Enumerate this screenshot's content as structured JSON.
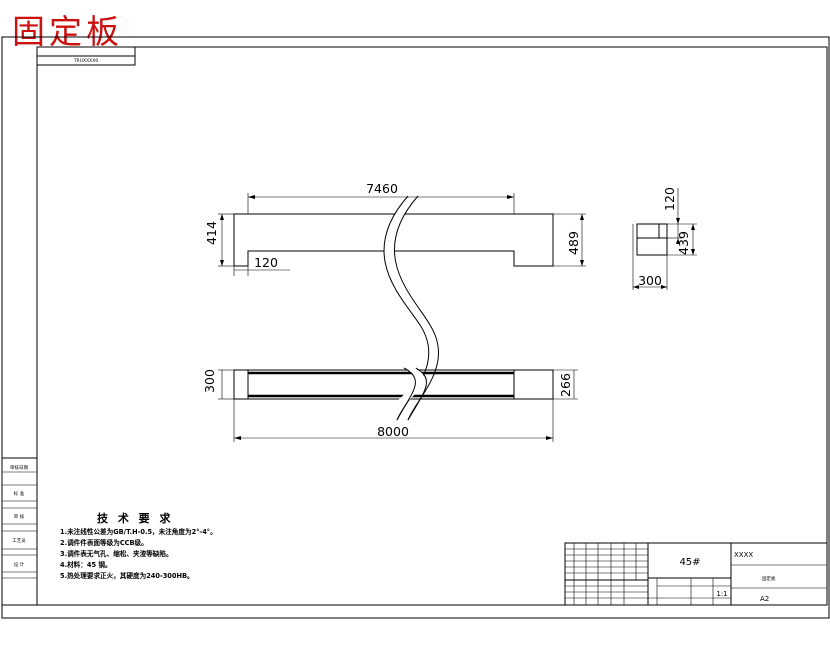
{
  "title": "固定板",
  "drawing": {
    "code_box": "TRUXXXX0",
    "front_view": {
      "total_length": "7460",
      "height": "414",
      "right_height": "489",
      "step_width": "120"
    },
    "side_view": {
      "top": "120",
      "height": "439",
      "width": "300"
    },
    "bottom_view": {
      "length": "8000",
      "height": "300",
      "inner_height": "266"
    }
  },
  "tech_requirements": {
    "heading": "技 术 要 求",
    "items": [
      "1.未注线性公差为GB/T.H-0.5，未注角度为2°-4°。",
      "2.调件件表面等级为CCB级。",
      "3.调件表无气孔、缩松、夹渣等缺陷。",
      "4.材料：45 钢。",
      "5.热处理要求正火，其硬度为240-300HB。"
    ]
  },
  "title_block": {
    "material": "45#",
    "company": "XXXX",
    "part_name": "固定板",
    "scale": "1:1",
    "sheet_size": "A2"
  },
  "left_strip": [
    "审核日期",
    "标 准",
    "审 核",
    "工艺员",
    "设 计"
  ]
}
